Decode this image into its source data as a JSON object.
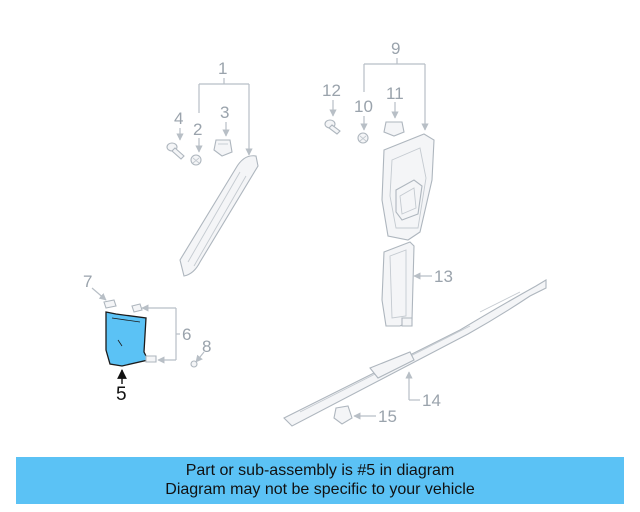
{
  "diagram": {
    "highlight_color": "#5bc2f5",
    "callouts": {
      "c1": "1",
      "c2": "2",
      "c3": "3",
      "c4": "4",
      "c5": "5",
      "c6": "6",
      "c7": "7",
      "c8": "8",
      "c9": "9",
      "c10": "10",
      "c11": "11",
      "c12": "12",
      "c13": "13",
      "c14": "14",
      "c15": "15"
    }
  },
  "banner": {
    "line1": "Part or sub-assembly is #5 in diagram",
    "line2": "Diagram may not be specific to your vehicle"
  }
}
